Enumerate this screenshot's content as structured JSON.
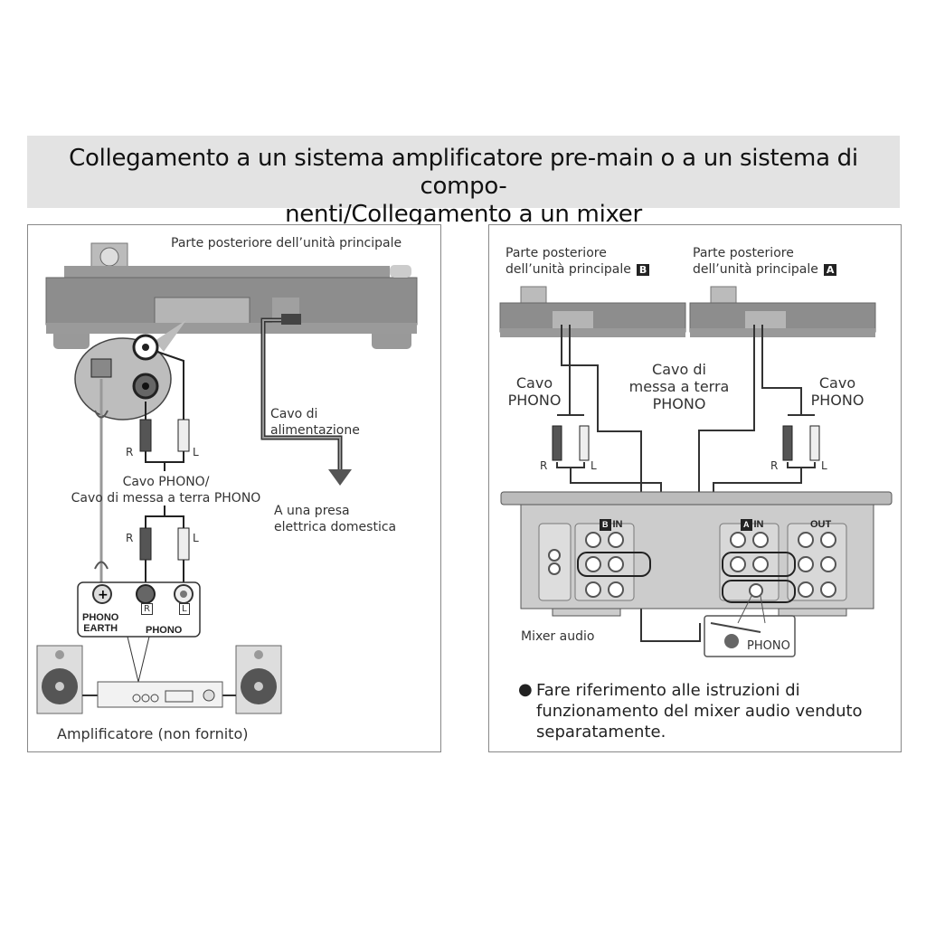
{
  "title": {
    "line1": "Collegamento a un sistema amplificatore pre-main o a un sistema di compo-",
    "line2": "nenti/Collegamento a un mixer"
  },
  "left": {
    "rear_label": "Parte posteriore dell’unità principale",
    "power_cable": [
      "Cavo di",
      "alimentazione"
    ],
    "outlet": [
      "A una presa",
      "elettrica domestica"
    ],
    "phono_cable": [
      "Cavo PHONO/",
      "Cavo di messa a terra PHONO"
    ],
    "r": "R",
    "l": "L",
    "phono_earth": [
      "PHONO",
      "EARTH"
    ],
    "phono": "PHONO",
    "amplifier": "Amplificatore (non fornito)"
  },
  "right": {
    "unit_b": [
      "Parte posteriore",
      "dell’unità principale"
    ],
    "unit_b_badge": "B",
    "unit_a": [
      "Parte posteriore",
      "dell’unità principale"
    ],
    "unit_a_badge": "A",
    "phono_cable_left": [
      "Cavo",
      "PHONO"
    ],
    "ground_cable": [
      "Cavo di",
      "messa a terra",
      "PHONO"
    ],
    "phono_cable_right": [
      "Cavo",
      "PHONO"
    ],
    "r": "R",
    "l": "L",
    "b_in": "IN",
    "a_in": "IN",
    "out": "OUT",
    "mixer": "Mixer audio",
    "phono_inset": "PHONO",
    "note": [
      "Fare riferimento alle istruzioni di",
      "funzionamento del mixer audio venduto",
      "separatamente."
    ]
  }
}
